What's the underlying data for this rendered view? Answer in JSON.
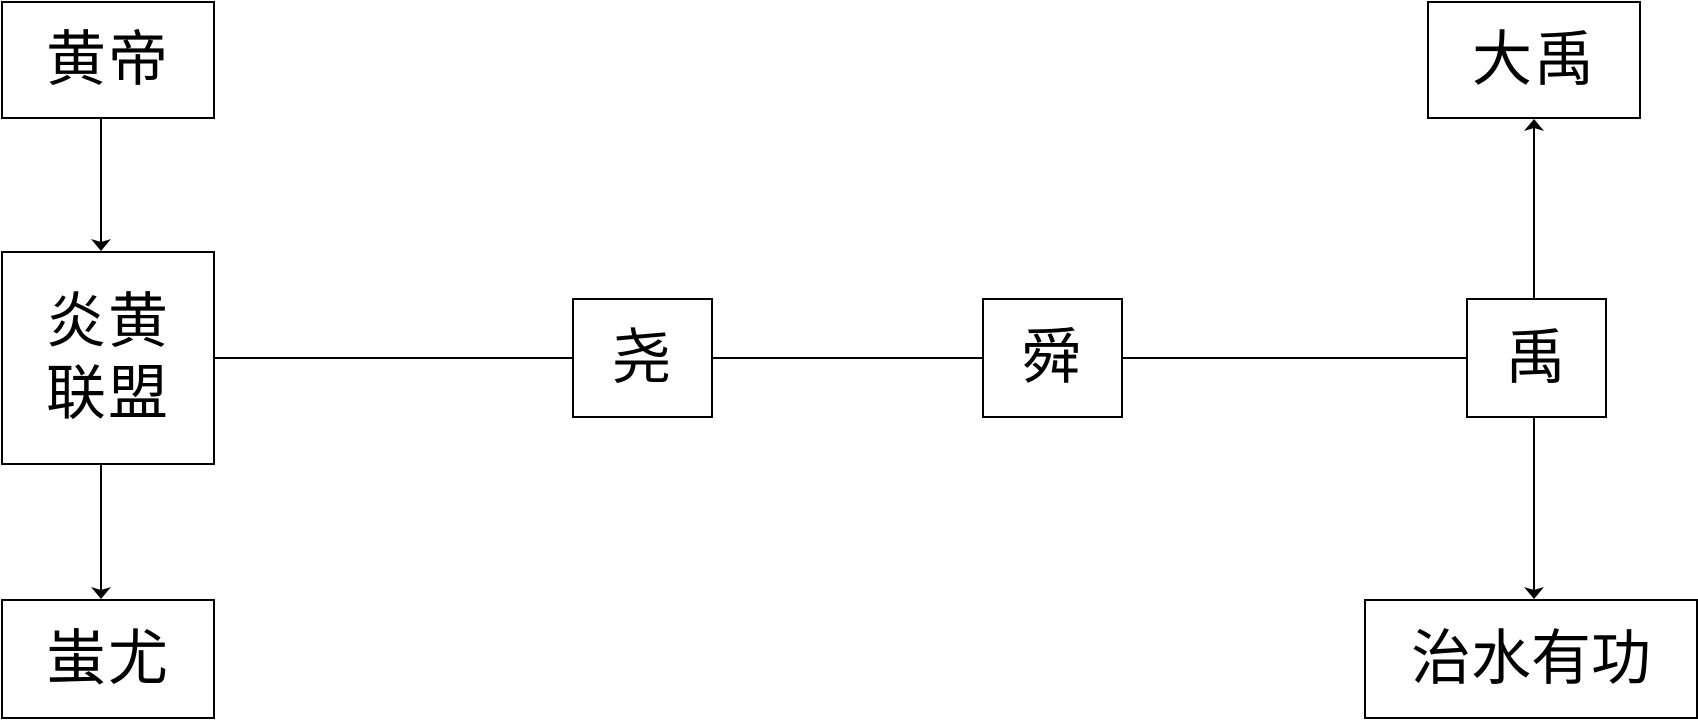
{
  "nodes": {
    "huangdi": "黄帝",
    "yanhuang": "炎黄联盟",
    "chiyou": "蚩尤",
    "yao": "尧",
    "shun": "舜",
    "yu": "禹",
    "dayu": "大禹",
    "zhishui": "治水有功"
  },
  "colors": {
    "stroke": "#000000",
    "background": "#ffffff"
  }
}
